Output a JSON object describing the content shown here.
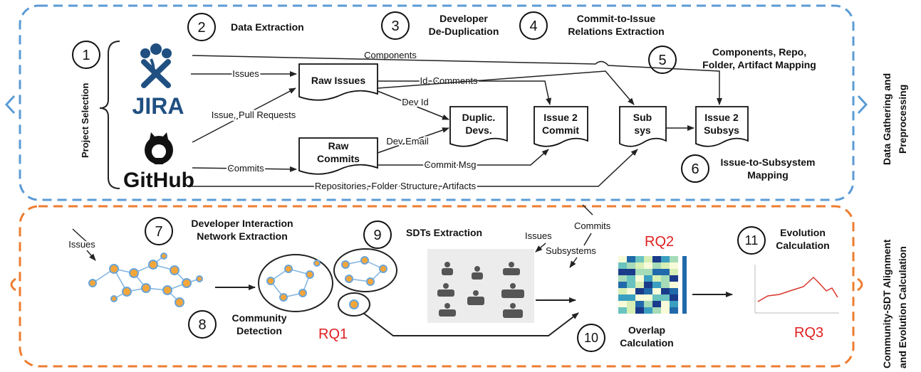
{
  "steps": {
    "s1": {
      "num": "1",
      "label": ""
    },
    "s2": {
      "num": "2",
      "label": "Data Extraction"
    },
    "s3": {
      "num": "3",
      "line1": "Developer",
      "line2": "De-Duplication"
    },
    "s4": {
      "num": "4",
      "line1": "Commit-to-Issue",
      "line2": "Relations Extraction"
    },
    "s5": {
      "num": "5",
      "line1": "Components, Repo,",
      "line2": "Folder, Artifact Mapping"
    },
    "s6": {
      "num": "6",
      "line1": "Issue-to-Subsystem",
      "line2": "Mapping"
    },
    "s7": {
      "num": "7",
      "line1": "Developer Interaction",
      "line2": "Network Extraction"
    },
    "s8": {
      "num": "8",
      "line1": "Community",
      "line2": "Detection"
    },
    "s9": {
      "num": "9",
      "line1": "SDTs Extraction"
    },
    "s10": {
      "num": "10",
      "line1": "Overlap",
      "line2": "Calculation"
    },
    "s11": {
      "num": "11",
      "line1": "Evolution",
      "line2": "Calculation"
    }
  },
  "project_selection": "Project Selection",
  "logos": {
    "jira": "JIRA",
    "github": "GitHub"
  },
  "docs": {
    "raw_issues": "Raw Issues",
    "raw_commits_1": "Raw",
    "raw_commits_2": "Commits",
    "duplic_1": "Duplic.",
    "duplic_2": "Devs.",
    "issue2commit_1": "Issue 2",
    "issue2commit_2": "Commit",
    "subsys_1": "Sub",
    "subsys_2": "sys",
    "issue2subsys_1": "Issue 2",
    "issue2subsys_2": "Subsys"
  },
  "edges": {
    "components": "Components",
    "issues": "Issues",
    "issue_pr": "Issue, Pull Requests",
    "id_comments": "Id, Comments",
    "dev_id": "Dev Id",
    "dev_email": "Dev Email",
    "commits": "Commits",
    "commit_msg": "Commit Msg",
    "repos": "Repositories, Folder Structure, Artifacts",
    "issues_in": "Issues",
    "issues_lower": "Issues",
    "commits_lower": "Commits",
    "subsystems": "Subsystems"
  },
  "rq": {
    "rq1": "RQ1",
    "rq2": "RQ2",
    "rq3": "RQ3"
  },
  "side": {
    "top_1": "Data Gathering and",
    "top_2": "Preprocessing",
    "bottom_1": "Community-SDT Alignment",
    "bottom_2": "and Evolution Calculation"
  },
  "colors": {
    "blue": "#5b9bd5",
    "orange": "#ed7d31",
    "red": "#e02020",
    "jira": "#205081"
  },
  "icons": [
    "jira-logo",
    "github-logo",
    "network-graph",
    "people-group",
    "heatmap",
    "line-chart"
  ]
}
